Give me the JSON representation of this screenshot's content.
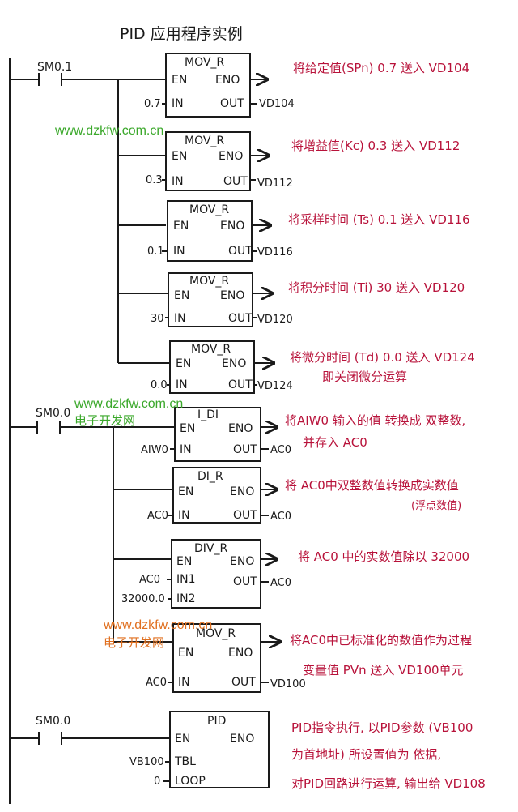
{
  "title": "PID 应用程序实例",
  "colors": {
    "ink": "#1a1a1a",
    "note": "#b8123a",
    "watermark_green": "#3ba82b",
    "watermark_orange": "#e07020"
  },
  "watermarks": [
    {
      "url": "www.dzkfw.com.cn",
      "brand": ""
    },
    {
      "url": "www.dzkfw.com.cn",
      "brand": "电子开发网"
    },
    {
      "url": "www.dzkfw.com.cn",
      "brand": "电子开发网"
    }
  ],
  "rungs": [
    {
      "contact": "SM0.1",
      "blocks": [
        {
          "name": "MOV_R",
          "en": "EN",
          "eno": "ENO",
          "inputs": [
            {
              "pin": "IN",
              "value": "0.7"
            }
          ],
          "out_pin": "OUT",
          "out_value": "VD104",
          "notes": [
            "将给定值(SPn) 0.7 送入 VD104"
          ]
        },
        {
          "name": "MOV_R",
          "en": "EN",
          "eno": "ENO",
          "inputs": [
            {
              "pin": "IN",
              "value": "0.3"
            }
          ],
          "out_pin": "OUT",
          "out_value": "VD112",
          "notes": [
            "将增益值(Kc) 0.3 送入 VD112"
          ]
        },
        {
          "name": "MOV_R",
          "en": "EN",
          "eno": "ENO",
          "inputs": [
            {
              "pin": "IN",
              "value": "0.1"
            }
          ],
          "out_pin": "OUT",
          "out_value": "VD116",
          "notes": [
            "将采样时间 (Ts) 0.1 送入 VD116"
          ]
        },
        {
          "name": "MOV_R",
          "en": "EN",
          "eno": "ENO",
          "inputs": [
            {
              "pin": "IN",
              "value": "30"
            }
          ],
          "out_pin": "OUT",
          "out_value": "VD120",
          "notes": [
            "将积分时间 (Ti) 30 送入 VD120"
          ]
        },
        {
          "name": "MOV_R",
          "en": "EN",
          "eno": "ENO",
          "inputs": [
            {
              "pin": "IN",
              "value": "0.0"
            }
          ],
          "out_pin": "OUT",
          "out_value": "VD124",
          "notes": [
            "将微分时间 (Td) 0.0 送入 VD124",
            "即关闭微分运算"
          ]
        }
      ]
    },
    {
      "contact": "SM0.0",
      "blocks": [
        {
          "name": "I_DI",
          "en": "EN",
          "eno": "ENO",
          "inputs": [
            {
              "pin": "IN",
              "value": "AIW0"
            }
          ],
          "out_pin": "OUT",
          "out_value": "AC0",
          "notes": [
            "将AIW0 输入的值 转换成 双整数,",
            "并存入 AC0"
          ]
        },
        {
          "name": "DI_R",
          "en": "EN",
          "eno": "ENO",
          "inputs": [
            {
              "pin": "IN",
              "value": "AC0"
            }
          ],
          "out_pin": "OUT",
          "out_value": "AC0",
          "notes": [
            "将 AC0中双整数值转换成实数值",
            "(浮点数值)"
          ]
        },
        {
          "name": "DIV_R",
          "en": "EN",
          "eno": "ENO",
          "inputs": [
            {
              "pin": "IN1",
              "value": "AC0"
            },
            {
              "pin": "IN2",
              "value": "32000.0"
            }
          ],
          "out_pin": "OUT",
          "out_value": "AC0",
          "notes": [
            "将 AC0 中的实数值除以 32000"
          ]
        },
        {
          "name": "MOV_R",
          "en": "EN",
          "eno": "ENO",
          "inputs": [
            {
              "pin": "IN",
              "value": "AC0"
            }
          ],
          "out_pin": "OUT",
          "out_value": "VD100",
          "notes": [
            "将AC0中已标准化的数值作为过程",
            "变量值 PVn 送入 VD100单元"
          ]
        }
      ]
    },
    {
      "contact": "SM0.0",
      "blocks": [
        {
          "name": "PID",
          "en": "EN",
          "eno": "ENO",
          "inputs": [
            {
              "pin": "TBL",
              "value": "VB100"
            },
            {
              "pin": "LOOP",
              "value": "0"
            }
          ],
          "out_pin": "",
          "out_value": "",
          "notes": [
            "PID指令执行, 以PID参数 (VB100",
            "为首地址) 所设置值为 依据,",
            "对PID回路进行运算, 输出给 VD108"
          ]
        }
      ]
    }
  ]
}
